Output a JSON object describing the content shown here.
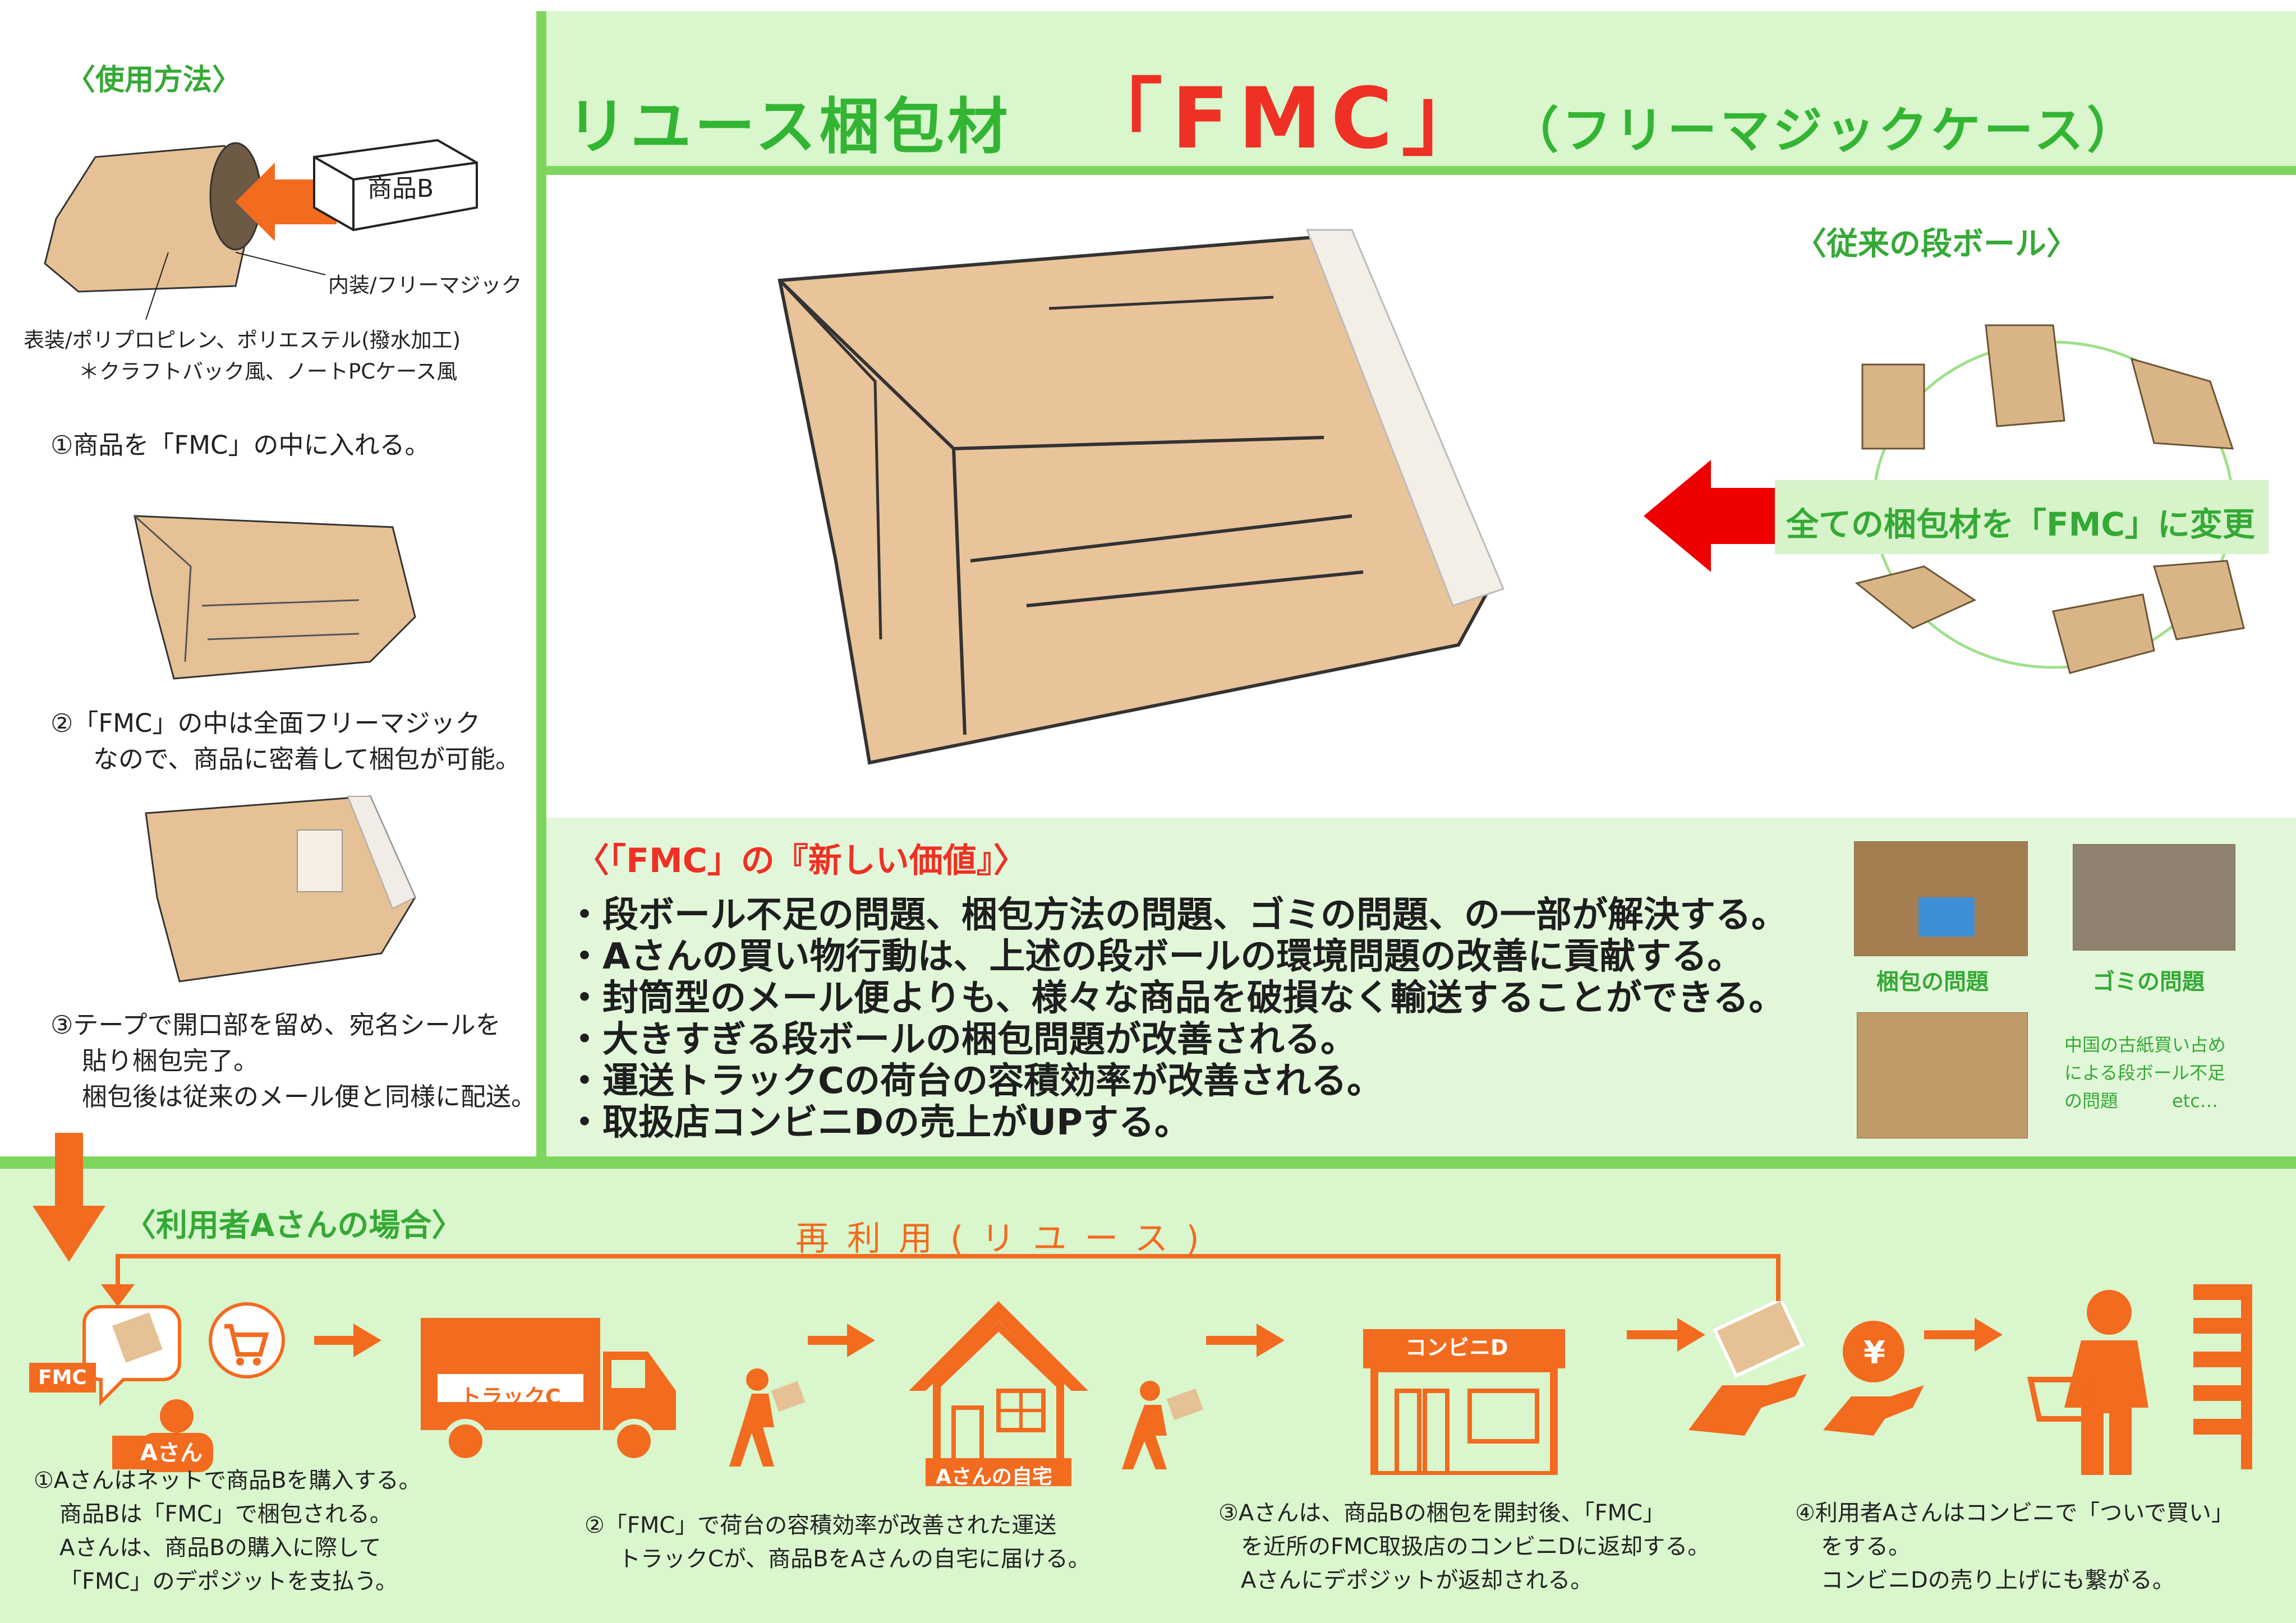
{
  "title": {
    "prefix": "リユース梱包材",
    "brand": "「FMC」",
    "suffix": "（フリーマジックケース）"
  },
  "usage": {
    "heading": "〈使用方法〉",
    "product_box_label": "商品B",
    "inner_note": "内装/フリーマジック",
    "outer_note": "表装/ポリプロピレン、ポリエステル(撥水加工)",
    "style_note": "＊クラフトバック風、ノートPCケース風",
    "steps": [
      {
        "lines": [
          "①商品を「FMC」の中に入れる。"
        ]
      },
      {
        "lines": [
          "②「FMC」の中は全面フリーマジック",
          "なので、商品に密着して梱包が可能。"
        ]
      },
      {
        "lines": [
          "③テープで開口部を留め、宛名シールを",
          "貼り梱包完了。",
          "梱包後は従来のメール便と同様に配送。"
        ]
      }
    ]
  },
  "conventional": {
    "heading": "〈従来の段ボール〉",
    "change_label": "全ての梱包材を「FMC」に変更"
  },
  "value": {
    "heading": "〈「FMC」の『新しい価値』〉",
    "items": [
      "・段ボール不足の問題、梱包方法の問題、ゴミの問題、の一部が解決する。",
      "・Aさんの買い物行動は、上述の段ボールの環境問題の改善に貢献する。",
      "・封筒型のメール便よりも、様々な商品を破損なく輸送することができる。",
      "・大きすぎる段ボールの梱包問題が改善される。",
      "・運送トラックCの荷台の容積効率が改善される。",
      "・取扱店コンビニDの売上がUPする。"
    ],
    "photo_labels": [
      "梱包の問題",
      "ゴミの問題"
    ],
    "photo_note": [
      "中国の古紙買い占め",
      "による段ボール不足",
      "の問題　　　etc…"
    ]
  },
  "flow": {
    "heading": "〈利用者Aさんの場合〉",
    "reuse_label": "再利用(リユース)",
    "fmc_tag": "FMC",
    "person_a": "Aさん",
    "truck_label": "トラックC",
    "home_label": "Aさんの自宅",
    "store_label": "コンビニD",
    "yen": "¥",
    "steps": [
      {
        "lines": [
          "①Aさんはネットで商品Bを購入する。",
          "商品Bは「FMC」で梱包される。",
          "Aさんは、商品Bの購入に際して",
          "「FMC」のデポジットを支払う。"
        ]
      },
      {
        "lines": [
          "②「FMC」で荷台の容積効率が改善された運送",
          "トラックCが、商品BをAさんの自宅に届ける。"
        ]
      },
      {
        "lines": [
          "③Aさんは、商品Bの梱包を開封後、「FMC」",
          "を近所のFMC取扱店のコンビニDに返却する。",
          "Aさんにデポジットが返却される。"
        ]
      },
      {
        "lines": [
          "④利用者Aさんはコンビニで「ついで買い」",
          "をする。",
          "コンビニDの売り上げにも繋がる。"
        ]
      }
    ]
  },
  "colors": {
    "green_title": "#33b533",
    "green_rule": "#7fd65f",
    "panel_bg": "#d9f6cd",
    "red": "#ee3124",
    "orange": "#f26b1f",
    "kraft": "#e9c49a"
  }
}
